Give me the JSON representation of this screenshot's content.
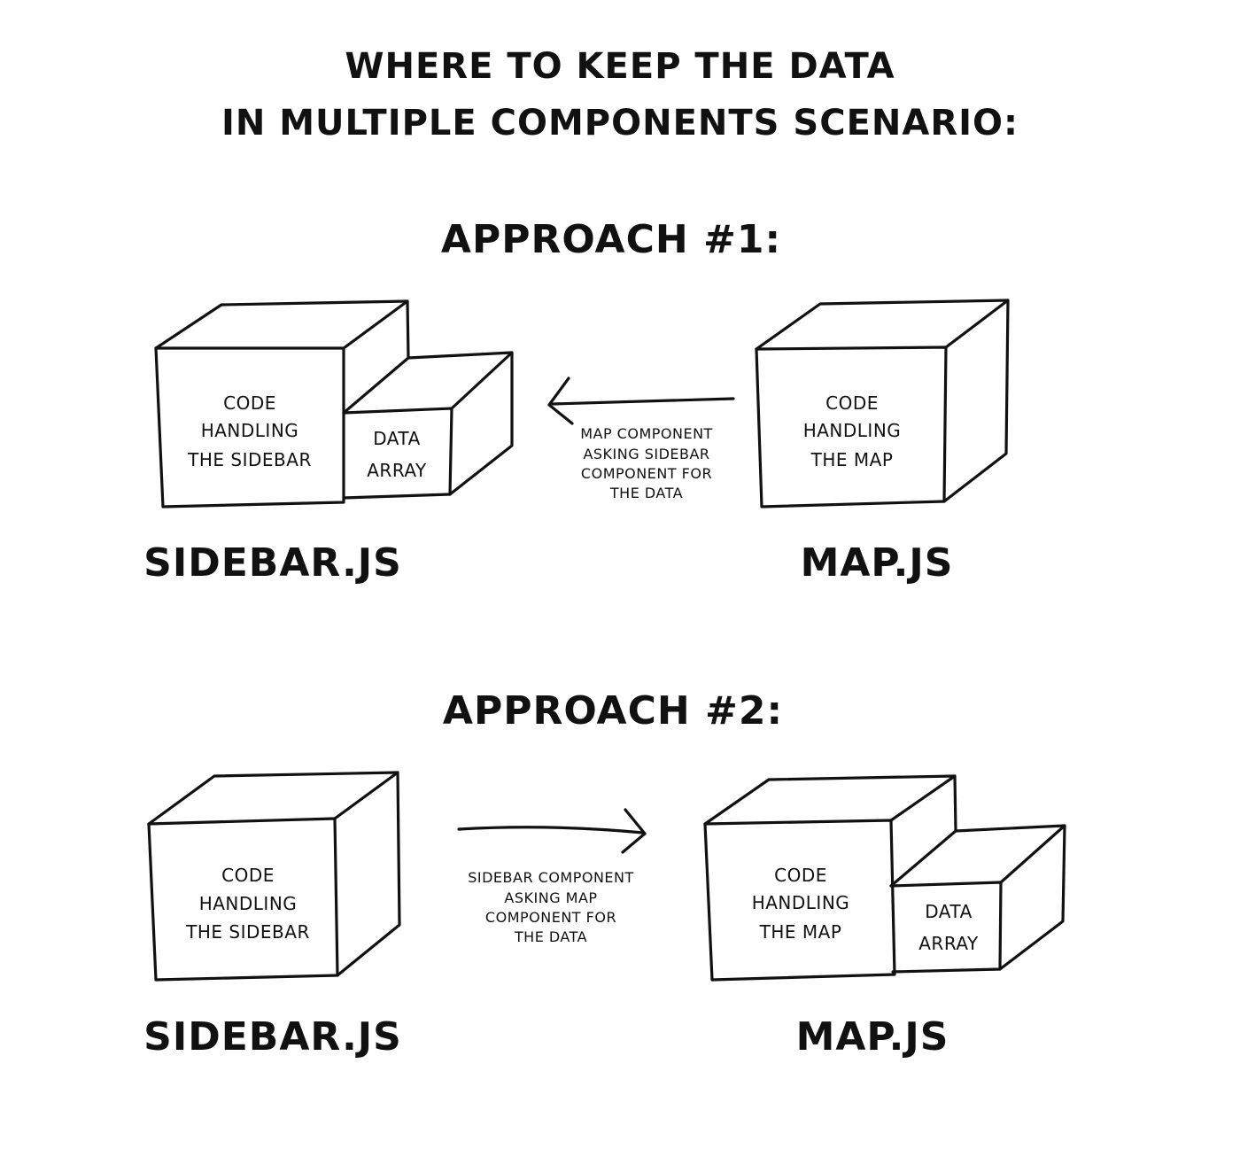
{
  "title": {
    "line1": "WHERE TO KEEP THE DATA",
    "line2": "IN MULTIPLE COMPONENTS SCENARIO:"
  },
  "approach1": {
    "heading": "APPROACH #1:",
    "sidebar_box": [
      "CODE",
      "HANDLING",
      "THE SIDEBAR"
    ],
    "data_box": [
      "DATA",
      "ARRAY"
    ],
    "map_box": [
      "CODE",
      "HANDLING",
      "THE MAP"
    ],
    "arrow_note": [
      "MAP COMPONENT",
      "ASKING SIDEBAR",
      "COMPONENT FOR",
      "THE DATA"
    ],
    "sidebar_file": "SIDEBAR.JS",
    "map_file": "MAP.JS"
  },
  "approach2": {
    "heading": "APPROACH #2:",
    "sidebar_box": [
      "CODE",
      "HANDLING",
      "THE SIDEBAR"
    ],
    "map_box": [
      "CODE",
      "HANDLING",
      "THE MAP"
    ],
    "data_box": [
      "DATA",
      "ARRAY"
    ],
    "arrow_note": [
      "SIDEBAR COMPONENT",
      "ASKING MAP",
      "COMPONENT FOR",
      "THE DATA"
    ],
    "sidebar_file": "SIDEBAR.JS",
    "map_file": "MAP.JS"
  }
}
